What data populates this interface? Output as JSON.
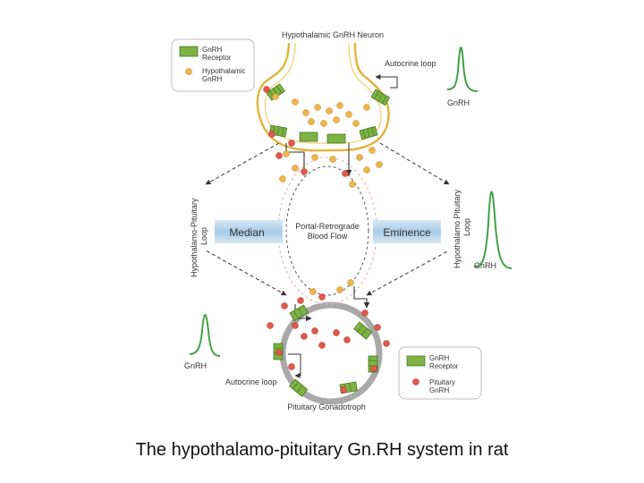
{
  "diagram": {
    "top_title": "Hypothalamic GnRH Neuron",
    "bottom_title": "Pituitary Gonadotroph",
    "autocrine_top": "Autocrine loop",
    "autocrine_bottom": "Autocrine loop",
    "median": "Median",
    "eminence": "Eminence",
    "portal_line1": "Portal-Retrograde",
    "portal_line2": "Blood Flow",
    "left_loop_line1": "Hypothalamo-Pituitary",
    "left_loop_line2": "Loop",
    "right_loop_line1": "Hypothalamo Pituitary",
    "right_loop_line2": "Loop",
    "pulse_label_top": "GnRH",
    "pulse_label_right": "GnRH",
    "pulse_label_left": "GnRH",
    "legend_top": {
      "receptor_line1": "GnRH",
      "receptor_line2": "Receptor",
      "ligand_line1": "Hypothalamic",
      "ligand_line2": "GnRH"
    },
    "legend_bottom": {
      "receptor_line1": "GnRH",
      "receptor_line2": "Receptor",
      "ligand_line1": "Pituitary",
      "ligand_line2": "GnRH"
    },
    "colors": {
      "neuron_membrane": "#e0b640",
      "gonadotroph_membrane": "#9a9a9a",
      "receptor": "#7cb342",
      "hypothalamic_gnrh": "#f0b44a",
      "pituitary_gnrh": "#e4574a",
      "pulse": "#43a047",
      "median_band": "#b5d3ea"
    }
  },
  "caption": "The hypothalamo-pituitary Gn.RH system in rat"
}
